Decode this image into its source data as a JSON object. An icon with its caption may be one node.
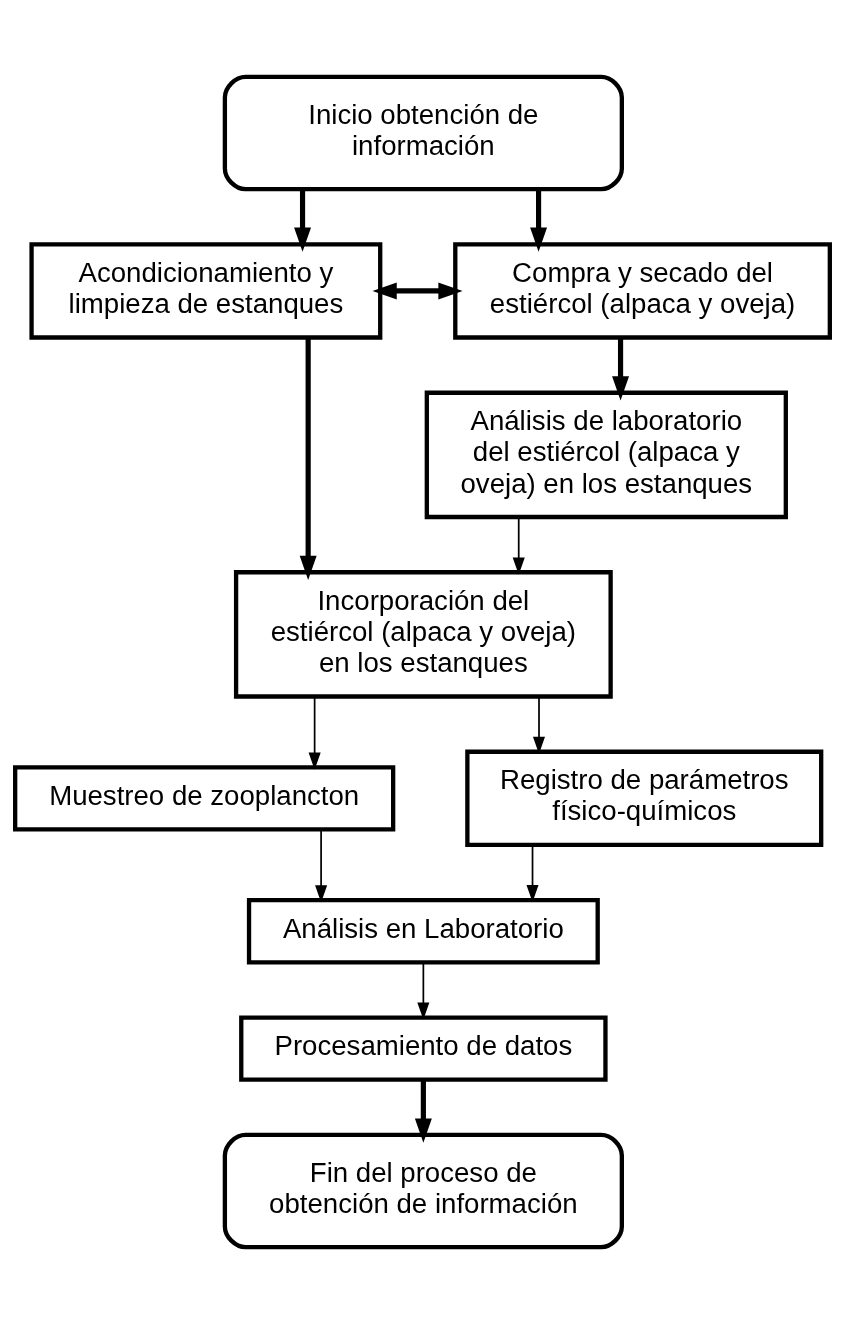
{
  "diagram": {
    "nodes": [
      {
        "text": [
          "Inicio obtención de información"
        ]
      },
      {
        "text": [
          "Acondicionamiento y limpieza de estanques"
        ]
      },
      {
        "text": [
          "Compra y secado del estiércol (alpaca y oveja)"
        ]
      },
      {
        "text": [
          "Análisis de laboratorio del estiércol (alpaca y oveja) en los estanques"
        ]
      },
      {
        "text": [
          "Incorporación del estiércol (alpaca y oveja) en los estanques"
        ]
      },
      {
        "text": [
          "Muestreo de zooplancton"
        ]
      },
      {
        "text": [
          "Registro de parámetros físico-químicos"
        ]
      },
      {
        "text": [
          "Análisis en Laboratorio"
        ]
      },
      {
        "text": [
          "Procesamiento de datos"
        ]
      },
      {
        "text": [
          "Fin del proceso de obtención de información"
        ]
      }
    ],
    "edges": [
      {
        "from": 0,
        "to": 1,
        "arrow": "to",
        "style": "thick"
      },
      {
        "from": 0,
        "to": 2,
        "arrow": "to",
        "style": "thick"
      },
      {
        "from": 1,
        "to": 2,
        "arrow": "both",
        "style": "thick"
      },
      {
        "from": 2,
        "to": 3,
        "arrow": "to",
        "style": "thick"
      },
      {
        "from": 3,
        "to": 4,
        "arrow": "to"
      },
      {
        "from": 1,
        "to": 4,
        "arrow": "to",
        "style": "thick"
      },
      {
        "from": 4,
        "to": 5,
        "arrow": "to"
      },
      {
        "from": 4,
        "to": 6,
        "arrow": "to"
      },
      {
        "from": 5,
        "to": 7,
        "arrow": "to"
      },
      {
        "from": 6,
        "to": 7,
        "arrow": "to"
      },
      {
        "from": 7,
        "to": 8,
        "arrow": "to"
      },
      {
        "from": 8,
        "to": 9,
        "arrow": "to",
        "style": "thick"
      }
    ]
  }
}
